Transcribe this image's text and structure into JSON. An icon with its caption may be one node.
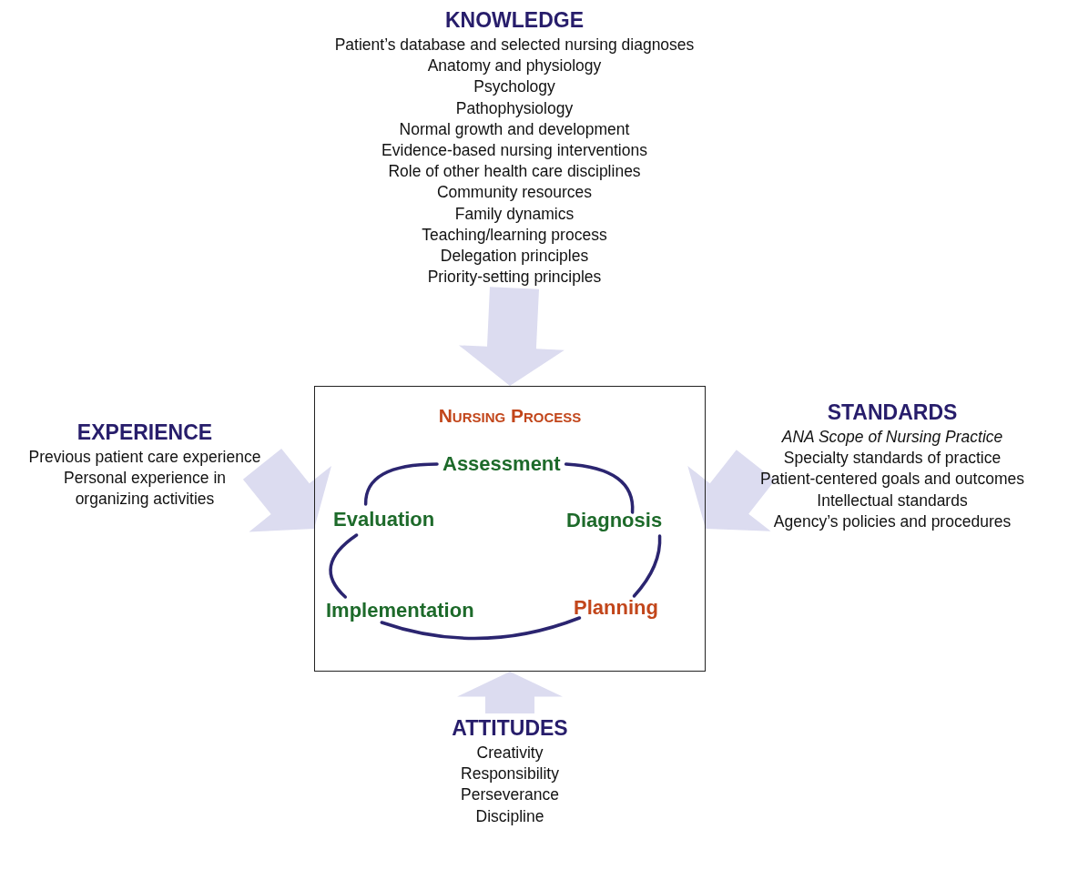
{
  "diagram": {
    "nodes": [
      {
        "text": [
          "KNOWLEDGE",
          "Patient’s database and selected nursing diagnoses",
          "Anatomy and physiology",
          "Psychology",
          "Pathophysiology",
          "Normal growth and development",
          "Evidence-based nursing interventions",
          "Role of other health care disciplines",
          "Community resources",
          "Family dynamics",
          "Teaching/learning process",
          "Delegation principles",
          "Priority-setting principles"
        ]
      },
      {
        "text": [
          "EXPERIENCE",
          "Previous patient care experience",
          "Personal experience in organizing activities"
        ]
      },
      {
        "text": [
          "STANDARDS",
          "*ANA Scope of Nursing Practice*",
          "Specialty standards of practice",
          "Patient-centered goals and outcomes",
          "Intellectual standards",
          "Agency’s policies and procedures"
        ]
      },
      {
        "text": [
          "Nursing Process"
        ]
      },
      {
        "text": [
          "Assessment"
        ],
        "in": 3
      },
      {
        "text": [
          "Diagnosis"
        ],
        "in": 3
      },
      {
        "text": [
          "Planning"
        ],
        "in": 3
      },
      {
        "text": [
          "Implementation"
        ],
        "in": 3
      },
      {
        "text": [
          "Evaluation"
        ],
        "in": 3
      },
      {
        "text": [
          "ATTITUDES",
          "Creativity",
          "Responsibility",
          "Perseverance",
          "Discipline"
        ]
      }
    ],
    "edges": [
      {
        "from": 0,
        "to": 3,
        "arrow": "to",
        "style": "thick",
        "color": "#dcdcf0"
      },
      {
        "from": 1,
        "to": 3,
        "arrow": "to",
        "style": "thick",
        "color": "#dcdcf0"
      },
      {
        "from": 2,
        "to": 3,
        "arrow": "to",
        "style": "thick",
        "color": "#dcdcf0"
      },
      {
        "from": 9,
        "to": 3,
        "arrow": "to",
        "style": "thick",
        "color": "#dcdcf0"
      },
      {
        "from": 4,
        "to": 5,
        "arrow": "none"
      },
      {
        "from": 5,
        "to": 6,
        "arrow": "none"
      },
      {
        "from": 6,
        "to": 7,
        "arrow": "none"
      },
      {
        "from": 7,
        "to": 8,
        "arrow": "none"
      },
      {
        "from": 8,
        "to": 4,
        "arrow": "none"
      }
    ]
  }
}
